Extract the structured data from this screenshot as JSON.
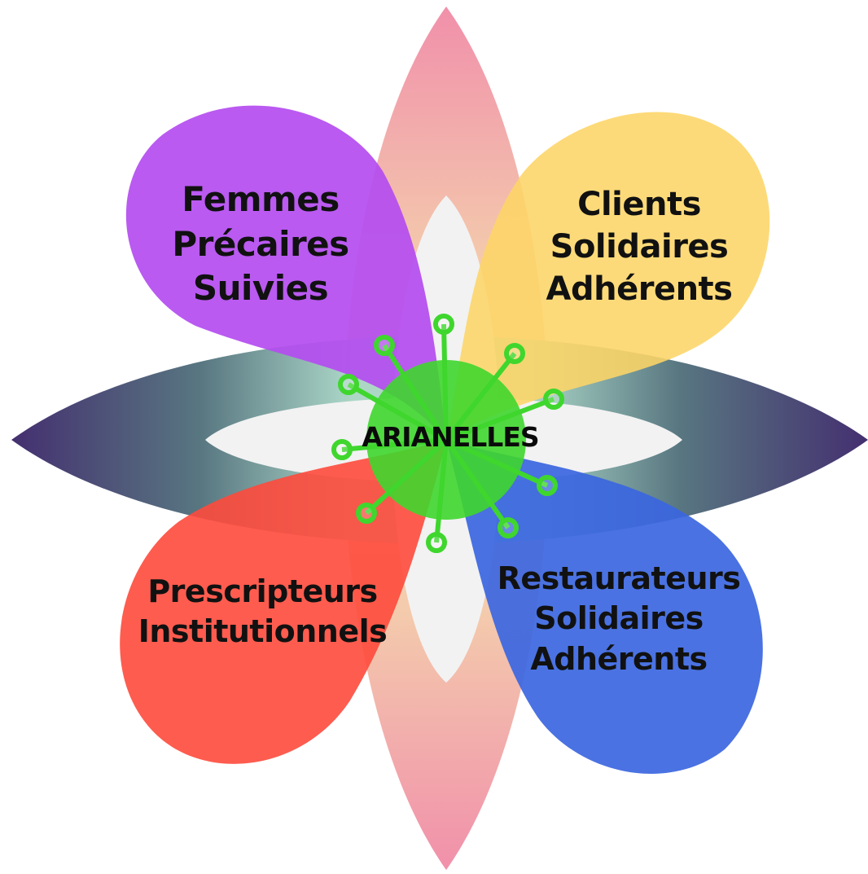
{
  "center": {
    "title": "ARIANELLES",
    "color": "#3fd62e"
  },
  "petals": {
    "top_left": {
      "lines": [
        "Femmes",
        "Précaires",
        "Suivies"
      ],
      "color": "#b44cf0"
    },
    "top_right": {
      "lines": [
        "Clients",
        "Solidaires",
        "Adhérents"
      ],
      "color": "#fdd567"
    },
    "bottom_left": {
      "lines": [
        "Prescripteurs",
        "Institutionnels"
      ],
      "color": "#fe4a3c"
    },
    "bottom_right": {
      "lines": [
        "Restaurateurs",
        "Solidaires",
        "Adhérents"
      ],
      "color": "#3b66e0"
    }
  },
  "background_petals": {
    "vertical_color": "#f3a7b6",
    "horizontal_color": "#3d2a6a",
    "inner_color": "#f2f2f2"
  }
}
